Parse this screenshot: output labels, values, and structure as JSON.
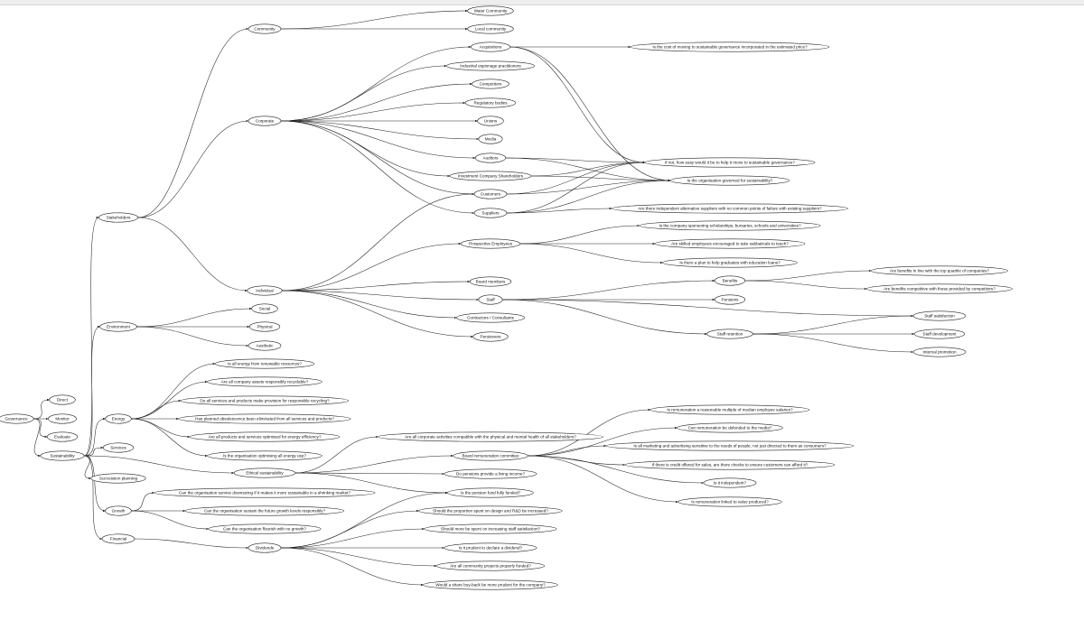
{
  "colors": {
    "stroke": "#222222",
    "background": "#ffffff"
  },
  "nodes": [
    {
      "id": "governance",
      "label": "Governance"
    },
    {
      "id": "direct",
      "label": "Direct"
    },
    {
      "id": "monitor",
      "label": "Monitor"
    },
    {
      "id": "evaluate",
      "label": "Evaluate"
    },
    {
      "id": "sustainability",
      "label": "Sustainability"
    },
    {
      "id": "stakeholders",
      "label": "Stakeholders"
    },
    {
      "id": "environment",
      "label": "Environment"
    },
    {
      "id": "energy",
      "label": "Energy"
    },
    {
      "id": "services",
      "label": "Services"
    },
    {
      "id": "succession",
      "label": "Succession planning"
    },
    {
      "id": "growth",
      "label": "Growth"
    },
    {
      "id": "financial",
      "label": "Financial"
    },
    {
      "id": "ethical",
      "label": "Ethical sustainability"
    },
    {
      "id": "dividends",
      "label": "Dividends"
    },
    {
      "id": "community",
      "label": "Community"
    },
    {
      "id": "corporate",
      "label": "Corporate"
    },
    {
      "id": "individual",
      "label": "Individual"
    },
    {
      "id": "water",
      "label": "Water Community"
    },
    {
      "id": "local",
      "label": "Local community"
    },
    {
      "id": "acquisitions",
      "label": "Acquisitions"
    },
    {
      "id": "espionage",
      "label": "Industrial espionage practitioners"
    },
    {
      "id": "competitors",
      "label": "Competitors"
    },
    {
      "id": "regulatory",
      "label": "Regulatory bodies"
    },
    {
      "id": "unions",
      "label": "Unions"
    },
    {
      "id": "media",
      "label": "Media"
    },
    {
      "id": "auditors",
      "label": "Auditors"
    },
    {
      "id": "investment",
      "label": "Investment Company Shareholders"
    },
    {
      "id": "customers",
      "label": "Customers"
    },
    {
      "id": "suppliers",
      "label": "Suppliers"
    },
    {
      "id": "cost_q",
      "label": "Is the cost of moving to sustainable governance incorporated in the estimated price?"
    },
    {
      "id": "ifnot_q",
      "label": "If not, how easy would it be to help it move to sustainable governance?"
    },
    {
      "id": "governed_q",
      "label": "Is the organisation governed for sustainability?"
    },
    {
      "id": "indep_sup_q",
      "label": "Are there independent alternative suppliers with no common points of failure with existing suppliers?"
    },
    {
      "id": "prospective",
      "label": "Prospective Employees"
    },
    {
      "id": "sponsor_q",
      "label": "Is the company sponsoring scholarships, bursaries, schools and universities?"
    },
    {
      "id": "skilled_q",
      "label": "Are skilled employees encouraged to take sabbaticals to teach?"
    },
    {
      "id": "plan_q",
      "label": "Is there a plan to help graduates with education loans?"
    },
    {
      "id": "board",
      "label": "Board members"
    },
    {
      "id": "staff",
      "label": "Staff"
    },
    {
      "id": "contractors",
      "label": "Contractors / Consultants"
    },
    {
      "id": "pensioners",
      "label": "Pensioners"
    },
    {
      "id": "benefits",
      "label": "Benefits"
    },
    {
      "id": "pensions",
      "label": "Pensions"
    },
    {
      "id": "staff_retention",
      "label": "Staff retention"
    },
    {
      "id": "benefits_q1",
      "label": "Are benefits in line with the top quartile of companies?"
    },
    {
      "id": "benefits_q2",
      "label": "Are benefits competitive with those provided by competitors?"
    },
    {
      "id": "staff_satisfaction",
      "label": "Staff satisfaction"
    },
    {
      "id": "staff_development",
      "label": "Staff development"
    },
    {
      "id": "internal_promotion",
      "label": "Internal promotion"
    },
    {
      "id": "social",
      "label": "Social"
    },
    {
      "id": "physical",
      "label": "Physical"
    },
    {
      "id": "aesthetic",
      "label": "Aesthetic"
    },
    {
      "id": "energy_q1",
      "label": "Is all energy from renewable resources?"
    },
    {
      "id": "energy_q2",
      "label": "Are all company assets responsibly recyclable?"
    },
    {
      "id": "energy_q3",
      "label": "Do all services and products make provision for responsible recycling?"
    },
    {
      "id": "energy_q4",
      "label": "Has planned obsolescence been eliminated from all services and products?"
    },
    {
      "id": "energy_q5",
      "label": "Are all products and services optimised for energy efficiency?"
    },
    {
      "id": "energy_q6",
      "label": "Is the organisation optimising all energy use?"
    },
    {
      "id": "ethical_q1",
      "label": "Are all corporate activities compatible with the physical and mental health of all stakeholders?"
    },
    {
      "id": "remuneration",
      "label": "Board remuneration committee"
    },
    {
      "id": "pension_q",
      "label": "Do pensions provide a living income?"
    },
    {
      "id": "pension_fund_q",
      "label": "Is the pension fund fully funded?"
    },
    {
      "id": "rem_q1",
      "label": "Is remuneration a reasonable multiple of median employee salaries?"
    },
    {
      "id": "rem_q2",
      "label": "Can remuneration be defended to the media?"
    },
    {
      "id": "rem_q3",
      "label": "Is all marketing and advertising sensitive to the needs of people, not just directed to them as consumers?"
    },
    {
      "id": "rem_q4",
      "label": "If there is credit offered for sales, are there checks to ensure customers can afford it?"
    },
    {
      "id": "rem_q5",
      "label": "Is it independent?"
    },
    {
      "id": "rem_q6",
      "label": "Is remuneration linked to value produced?"
    },
    {
      "id": "growth_q1",
      "label": "Can the organisation survive downsizing if it makes it more sustainable in a shrinking market?"
    },
    {
      "id": "growth_q2",
      "label": "Can the organisation sustain the future growth levels responsibly?"
    },
    {
      "id": "growth_q3",
      "label": "Can the organisation flourish with no growth?"
    },
    {
      "id": "div_q1",
      "label": "Should the proportion spent on design and R&D be increased?"
    },
    {
      "id": "div_q2",
      "label": "Should more be spent on increasing staff satisfaction?"
    },
    {
      "id": "div_q3",
      "label": "Is it prudent to declare a dividend?"
    },
    {
      "id": "div_q4",
      "label": "Are all community projects properly funded?"
    },
    {
      "id": "div_q5",
      "label": "Would a share buy-back be more prudent for the company?"
    }
  ],
  "edges": [
    [
      "governance",
      "direct"
    ],
    [
      "governance",
      "monitor"
    ],
    [
      "governance",
      "evaluate"
    ],
    [
      "governance",
      "sustainability"
    ],
    [
      "sustainability",
      "stakeholders"
    ],
    [
      "sustainability",
      "environment"
    ],
    [
      "sustainability",
      "energy"
    ],
    [
      "sustainability",
      "services"
    ],
    [
      "sustainability",
      "succession"
    ],
    [
      "sustainability",
      "growth"
    ],
    [
      "sustainability",
      "financial"
    ],
    [
      "sustainability",
      "ethical"
    ],
    [
      "stakeholders",
      "community"
    ],
    [
      "stakeholders",
      "corporate"
    ],
    [
      "stakeholders",
      "individual"
    ],
    [
      "community",
      "water"
    ],
    [
      "community",
      "local"
    ],
    [
      "corporate",
      "acquisitions"
    ],
    [
      "corporate",
      "espionage"
    ],
    [
      "corporate",
      "competitors"
    ],
    [
      "corporate",
      "regulatory"
    ],
    [
      "corporate",
      "unions"
    ],
    [
      "corporate",
      "media"
    ],
    [
      "corporate",
      "auditors"
    ],
    [
      "corporate",
      "investment"
    ],
    [
      "corporate",
      "customers"
    ],
    [
      "corporate",
      "suppliers"
    ],
    [
      "acquisitions",
      "cost_q"
    ],
    [
      "acquisitions",
      "ifnot_q"
    ],
    [
      "acquisitions",
      "governed_q"
    ],
    [
      "auditors",
      "ifnot_q"
    ],
    [
      "auditors",
      "governed_q"
    ],
    [
      "investment",
      "ifnot_q"
    ],
    [
      "investment",
      "governed_q"
    ],
    [
      "customers",
      "ifnot_q"
    ],
    [
      "customers",
      "governed_q"
    ],
    [
      "suppliers",
      "ifnot_q"
    ],
    [
      "suppliers",
      "governed_q"
    ],
    [
      "suppliers",
      "indep_sup_q"
    ],
    [
      "individual",
      "customers"
    ],
    [
      "individual",
      "prospective"
    ],
    [
      "individual",
      "board"
    ],
    [
      "individual",
      "staff"
    ],
    [
      "individual",
      "contractors"
    ],
    [
      "individual",
      "pensioners"
    ],
    [
      "prospective",
      "sponsor_q"
    ],
    [
      "prospective",
      "skilled_q"
    ],
    [
      "prospective",
      "plan_q"
    ],
    [
      "staff",
      "benefits"
    ],
    [
      "staff",
      "pensions"
    ],
    [
      "staff",
      "staff_retention"
    ],
    [
      "staff",
      "staff_satisfaction"
    ],
    [
      "benefits",
      "benefits_q1"
    ],
    [
      "benefits",
      "benefits_q2"
    ],
    [
      "staff_retention",
      "staff_satisfaction"
    ],
    [
      "staff_retention",
      "staff_development"
    ],
    [
      "staff_retention",
      "internal_promotion"
    ],
    [
      "environment",
      "social"
    ],
    [
      "environment",
      "physical"
    ],
    [
      "environment",
      "aesthetic"
    ],
    [
      "energy",
      "energy_q1"
    ],
    [
      "energy",
      "energy_q2"
    ],
    [
      "energy",
      "energy_q3"
    ],
    [
      "energy",
      "energy_q4"
    ],
    [
      "energy",
      "energy_q5"
    ],
    [
      "energy",
      "energy_q6"
    ],
    [
      "ethical",
      "ethical_q1"
    ],
    [
      "ethical",
      "remuneration"
    ],
    [
      "ethical",
      "pension_q"
    ],
    [
      "ethical",
      "pension_fund_q"
    ],
    [
      "remuneration",
      "rem_q1"
    ],
    [
      "remuneration",
      "rem_q2"
    ],
    [
      "remuneration",
      "rem_q3"
    ],
    [
      "remuneration",
      "rem_q4"
    ],
    [
      "remuneration",
      "rem_q5"
    ],
    [
      "remuneration",
      "rem_q6"
    ],
    [
      "growth",
      "growth_q1"
    ],
    [
      "growth",
      "growth_q2"
    ],
    [
      "growth",
      "growth_q3"
    ],
    [
      "financial",
      "dividends"
    ],
    [
      "dividends",
      "pension_fund_q"
    ],
    [
      "dividends",
      "div_q1"
    ],
    [
      "dividends",
      "div_q2"
    ],
    [
      "dividends",
      "div_q3"
    ],
    [
      "dividends",
      "div_q4"
    ],
    [
      "dividends",
      "div_q5"
    ]
  ]
}
